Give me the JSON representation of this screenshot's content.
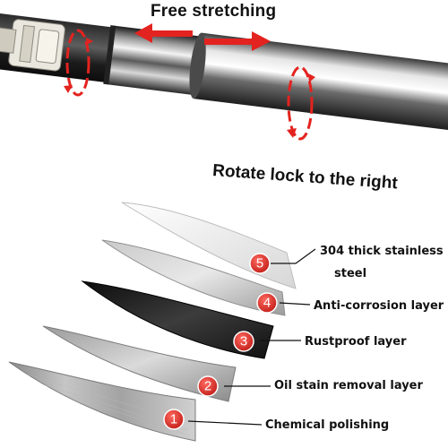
{
  "headline": {
    "top_text": "Free stretching",
    "bottom_text": "Rotate lock to the right"
  },
  "layers": [
    {
      "number": "5",
      "label_line1": "304 thick stainless",
      "label_line2": "steel"
    },
    {
      "number": "4",
      "label_line1": "Anti-corrosion layer"
    },
    {
      "number": "3",
      "label_line1": "Rustproof layer"
    },
    {
      "number": "2",
      "label_line1": "Oil stain removal layer"
    },
    {
      "number": "1",
      "label_line1": "Chemical polishing"
    }
  ],
  "colors": {
    "arrow_red": "#e3231f",
    "badge_red": "#d9312c",
    "outline_black": "#111111"
  }
}
